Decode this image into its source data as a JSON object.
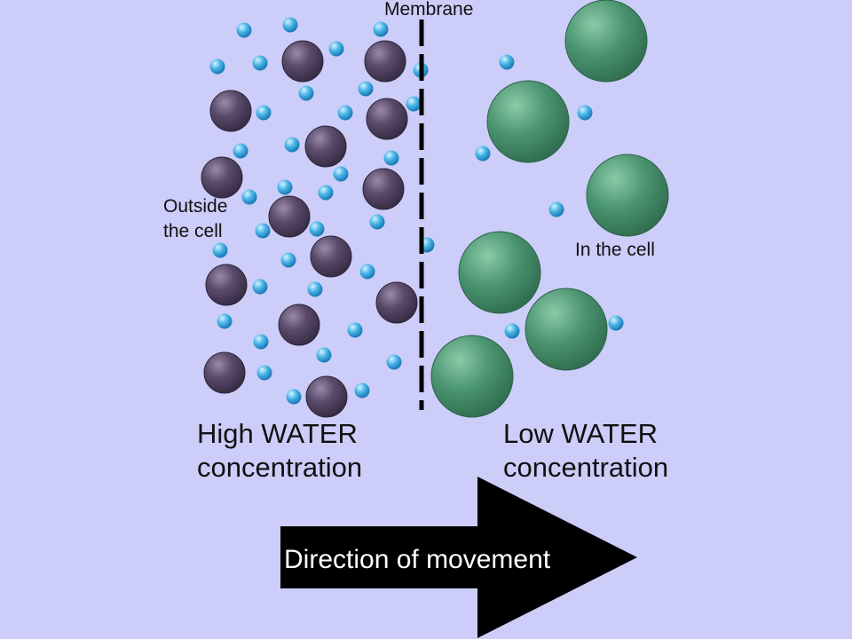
{
  "labels": {
    "membrane": "Membrane",
    "outside_line1": "Outside",
    "outside_line2": "the cell",
    "inside": "In the cell",
    "high_line1": "High WATER",
    "high_line2": "concentration",
    "low_line1": "Low WATER",
    "low_line2": "concentration",
    "direction": "Direction of movement"
  },
  "colors": {
    "background": "#cccdf9",
    "solute_outside": "#4a3c5a",
    "solute_inside": "#3f8a66",
    "water_molecule": "#2a9bd4",
    "membrane": "#000000",
    "arrow": "#000000"
  }
}
